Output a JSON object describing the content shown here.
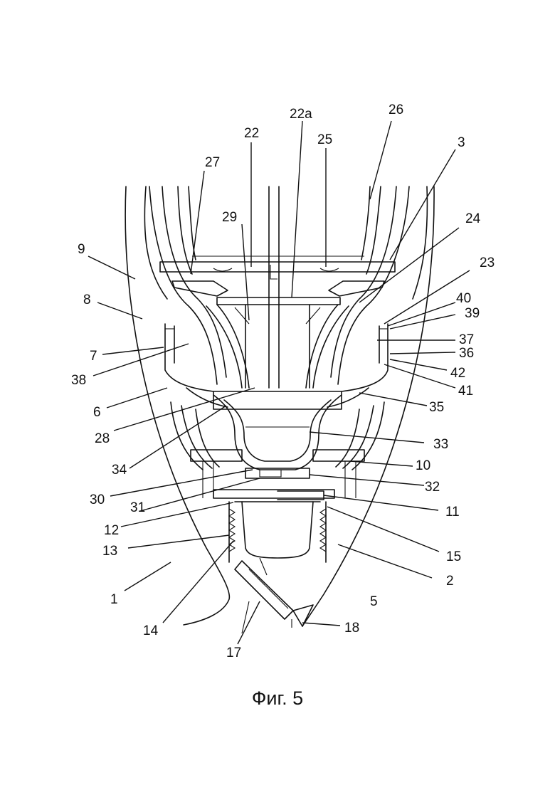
{
  "caption": "Фиг. 5",
  "labels": [
    "1",
    "2",
    "3",
    "5",
    "6",
    "7",
    "8",
    "9",
    "10",
    "11",
    "12",
    "13",
    "14",
    "15",
    "17",
    "18",
    "22",
    "22a",
    "23",
    "24",
    "25",
    "26",
    "27",
    "28",
    "29",
    "30",
    "31",
    "32",
    "33",
    "34",
    "35",
    "36",
    "37",
    "38",
    "39",
    "40",
    "41",
    "42"
  ]
}
